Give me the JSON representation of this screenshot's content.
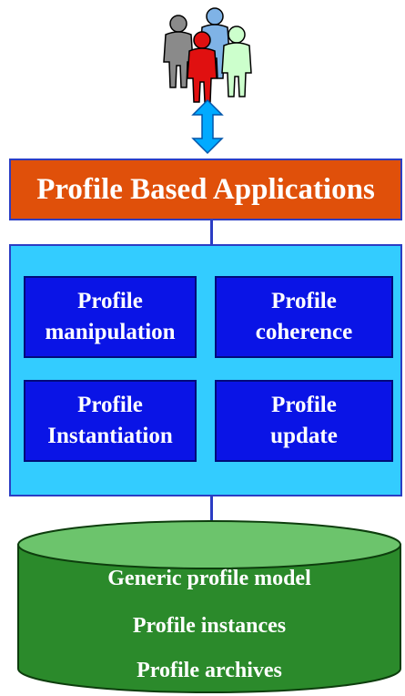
{
  "header": {
    "title": "Profile Based Applications"
  },
  "services": [
    {
      "label": "Profile\nmanipulation"
    },
    {
      "label": "Profile\ncoherence"
    },
    {
      "label": "Profile\nInstantiation"
    },
    {
      "label": "Profile\nupdate"
    }
  ],
  "database": {
    "lines": [
      "Generic profile model",
      "Profile instances",
      "Profile archives"
    ]
  },
  "colors": {
    "app_bar": "#e0500a",
    "services_panel": "#33ccff",
    "service_box": "#0a14e6",
    "database": "#2b8a2b",
    "database_top": "#6cc46c",
    "connector": "#2b3dc4",
    "arrow": "#00aaff"
  },
  "icons": {
    "users": "users-group-icon",
    "arrow": "double-arrow-icon"
  }
}
